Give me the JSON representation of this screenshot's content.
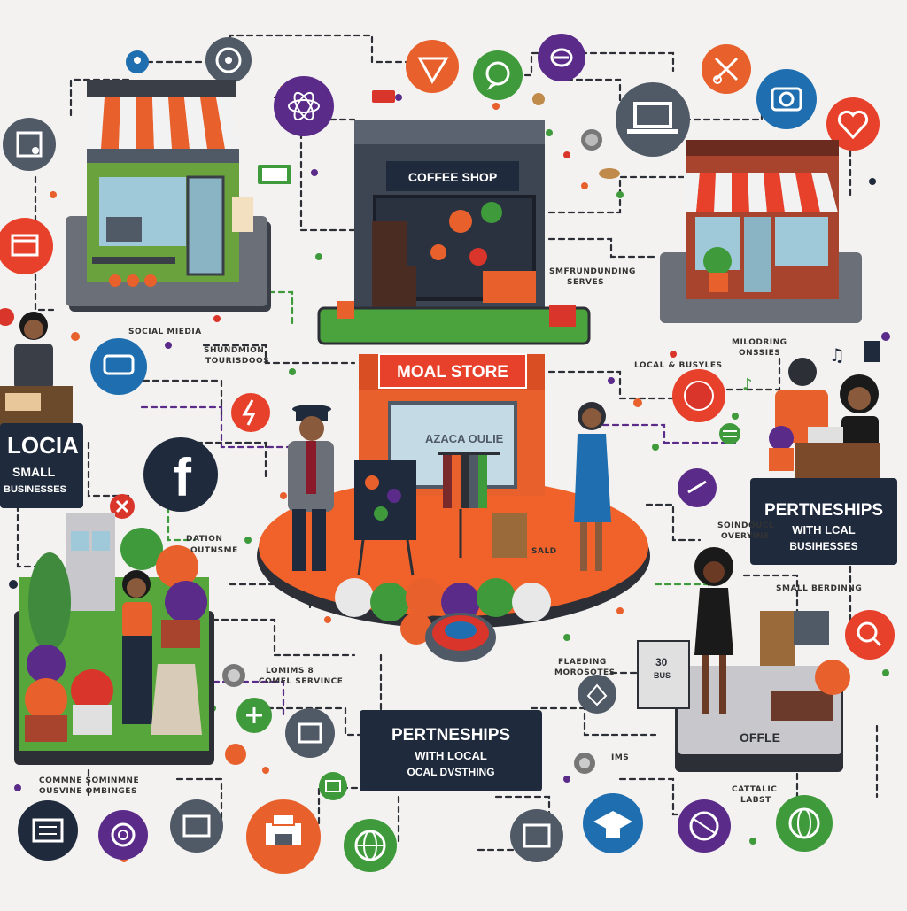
{
  "colors": {
    "background": "#f3f2f0",
    "orange": "#e8602c",
    "purple": "#5b2b8a",
    "green": "#3f9a3c",
    "navy": "#1f2a3c",
    "grey": "#505a66",
    "red": "#d9352b",
    "grass": "#57a63b"
  },
  "signs": {
    "coffee_shop": "COFFEE SHOP",
    "main_store": "MOAL STORE",
    "store_window": "AZACA OULIE",
    "local_business_line1": "LOCIA",
    "local_business_line2": "SMALL",
    "local_business_line3": "BUSINESSES",
    "partnerships_right_line1": "PERTNESHIPS",
    "partnerships_right_line2": "WITH LCAL",
    "partnerships_right_line3": "BUSIHESSES",
    "partnerships_center_line1": "PERTNESHIPS",
    "partnerships_center_line2": "WITH LOCAL",
    "partnerships_center_line3": "OCAL DVSTHING",
    "office": "OFFLE",
    "price_tag_line1": "30",
    "price_tag_line2": "BUS"
  },
  "labels": {
    "social_media": "SOCIAL MIEDIA",
    "shundmion": "SHUNDMION",
    "touchpoints": "TOURISDOOS",
    "smfrunding_line1": "SMFRUNDUNDING",
    "smfrunding_line2": "SERVES",
    "mildorning_line1": "MILODRING",
    "mildorning_line2": "ONSSIES",
    "local_rewards": "LOCAL & BUSYLES",
    "cross_top": "DATION",
    "cross_bottom": "OUTNSME",
    "sound_line1": "SOINDOUCL",
    "sound_line2": "OVERYINE",
    "sale": "SALD",
    "sbadeniaing": "SMALL BERDINNG",
    "lomims_line1": "LOMIMS 8",
    "lomims_line2": "COMEL SERVINCE",
    "flaedine_line1": "FLAEDING",
    "flaedine_line2": "MOROSOTES",
    "ims": "IMS",
    "comtin_line1": "COMMNE SOMINMNE",
    "comtin_line2": "OUSVINE OMBINGES",
    "cattalic_line1": "CATTALIC",
    "cattalic_line2": "LABST"
  },
  "icons": [
    "location-icon",
    "pin-icon",
    "chat-icon",
    "send-icon",
    "phone-icon",
    "tag-icon",
    "scissors-icon",
    "camera-icon",
    "heart-icon",
    "atom-icon",
    "laptop-icon",
    "credit-card-icon",
    "calendar-icon",
    "facebook-icon",
    "bolt-icon",
    "globe-icon",
    "document-icon",
    "swirl-icon",
    "printer-icon",
    "graduation-icon",
    "handshake-icon",
    "shield-icon",
    "coffee-icon",
    "leaf-icon",
    "music-icon"
  ]
}
